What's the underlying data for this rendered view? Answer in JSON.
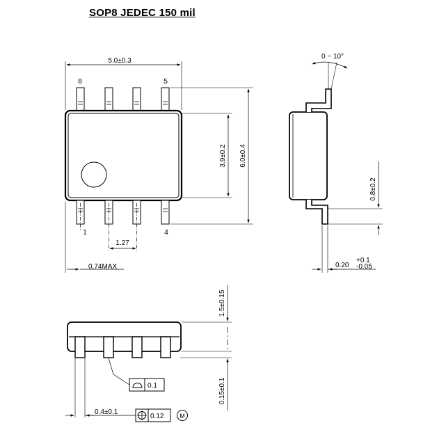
{
  "title": "SOP8 JEDEC 150 mil",
  "top_view": {
    "pin_labels": {
      "pin8": "8",
      "pin5": "5",
      "pin1": "1",
      "pin4": "4"
    },
    "dims": {
      "body_length": "5.0±0.3",
      "body_width": "3.9±0.2",
      "overall_width": "6.0±0.4",
      "pitch": "1.27",
      "end_offset": "0.74MAX"
    }
  },
  "side_view": {
    "dims": {
      "lead_angle": "0 ~ 10°",
      "lead_length": "0.8±0.2",
      "lead_thickness": "0.20",
      "lead_thickness_tol_plus": "+0.1",
      "lead_thickness_tol_minus": "-0.05"
    }
  },
  "front_view": {
    "dims": {
      "body_height": "1.5±0.15",
      "standoff": "0.15±0.1",
      "lead_width": "0.4±0.1",
      "flatness": "0.1",
      "position_tolerance": "0.12",
      "modifier": "M"
    }
  }
}
